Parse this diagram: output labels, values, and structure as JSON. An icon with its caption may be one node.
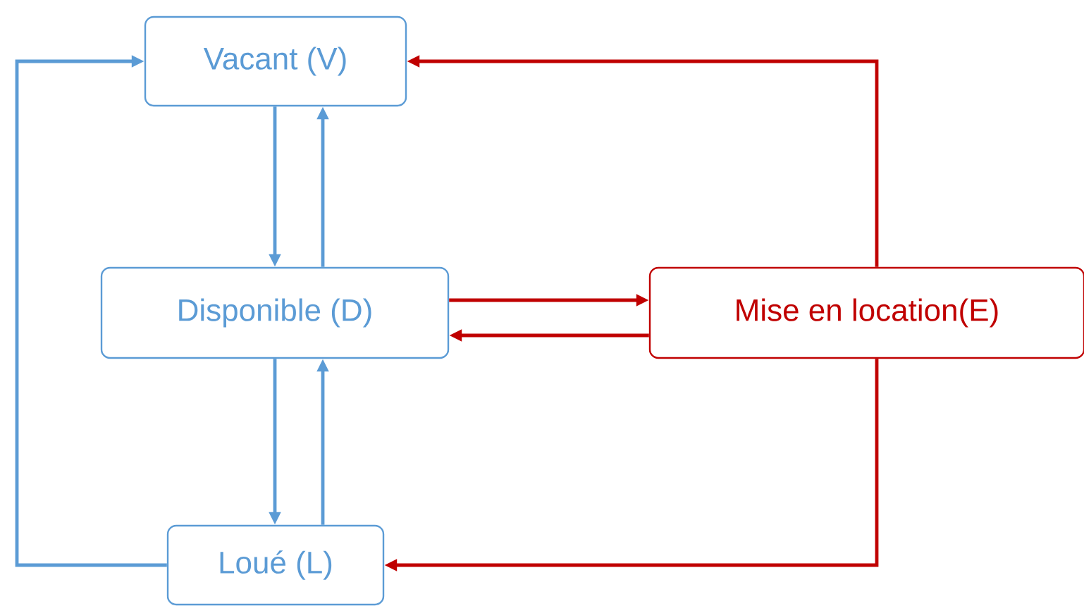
{
  "diagram": {
    "nodes": [
      {
        "text": [
          "Vacant (V)"
        ]
      },
      {
        "text": [
          "Disponible (D)"
        ]
      },
      {
        "text": [
          "Mise en location(E)"
        ]
      },
      {
        "text": [
          "Loué (L)"
        ]
      }
    ],
    "edges": [
      {
        "from": 0,
        "to": 1,
        "arrow": "to"
      },
      {
        "from": 1,
        "to": 0,
        "arrow": "to"
      },
      {
        "from": 1,
        "to": 3,
        "arrow": "to"
      },
      {
        "from": 3,
        "to": 1,
        "arrow": "to"
      },
      {
        "from": 3,
        "to": 0,
        "arrow": "to"
      },
      {
        "from": 1,
        "to": 2,
        "arrow": "to",
        "color": "#c00000"
      },
      {
        "from": 2,
        "to": 1,
        "arrow": "to",
        "color": "#c00000"
      },
      {
        "from": 2,
        "to": 0,
        "arrow": "to",
        "color": "#c00000"
      },
      {
        "from": 2,
        "to": 3,
        "arrow": "to",
        "color": "#c00000"
      }
    ]
  }
}
